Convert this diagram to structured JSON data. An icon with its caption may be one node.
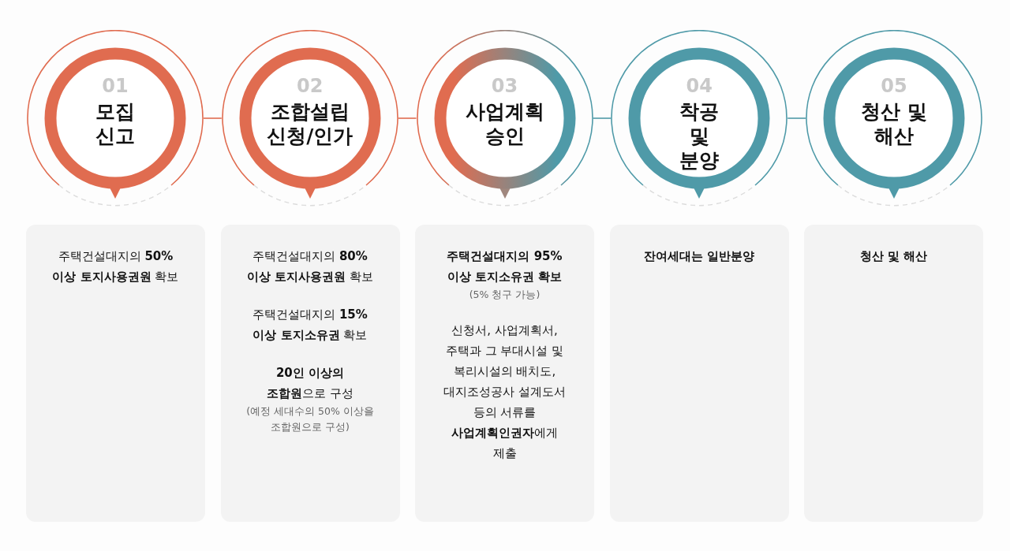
{
  "diagram": {
    "nodes": [
      {
        "text": [
          "01",
          "모집 신고"
        ]
      },
      {
        "text": [
          "02",
          "조합설립 신청/인가"
        ]
      },
      {
        "text": [
          "03",
          "사업계획 승인"
        ]
      },
      {
        "text": [
          "04",
          "착공 및 분양"
        ]
      },
      {
        "text": [
          "05",
          "청산 및 해산"
        ]
      },
      {
        "text": [
          "주택건설대지의 **50% 이상 토지사용권원** 확보"
        ]
      },
      {
        "text": [
          "주택건설대지의 **80% 이상 토지사용권원** 확보",
          "주택건설대지의 **15% 이상 토지소유권** 확보",
          "**20인 이상의 조합원**으로 구성",
          "(예정 세대수의 50% 이상을 조합원으로 구성)"
        ]
      },
      {
        "text": [
          "주택건설대지의 95% 이상 토지소유권 확보",
          "(5% 청구 가능)",
          "신청서, 사업계획서, 주택과 그 부대시설 및 복리시설의 배치도, 대지조성공사 설계도서 등의 서류를 **사업계획인권자**에게 제출"
        ]
      },
      {
        "text": [
          "잔여세대는 일반분양"
        ]
      },
      {
        "text": [
          "청산 및 해산"
        ]
      }
    ],
    "edges": [
      {
        "from": 0,
        "to": 1,
        "arrow": "none",
        "color": "#e06c50"
      },
      {
        "from": 1,
        "to": 2,
        "arrow": "none",
        "color": "#e06c50"
      },
      {
        "from": 2,
        "to": 3,
        "arrow": "none",
        "color": "#4f9aa8"
      },
      {
        "from": 3,
        "to": 4,
        "arrow": "none",
        "color": "#4f9aa8"
      }
    ]
  }
}
